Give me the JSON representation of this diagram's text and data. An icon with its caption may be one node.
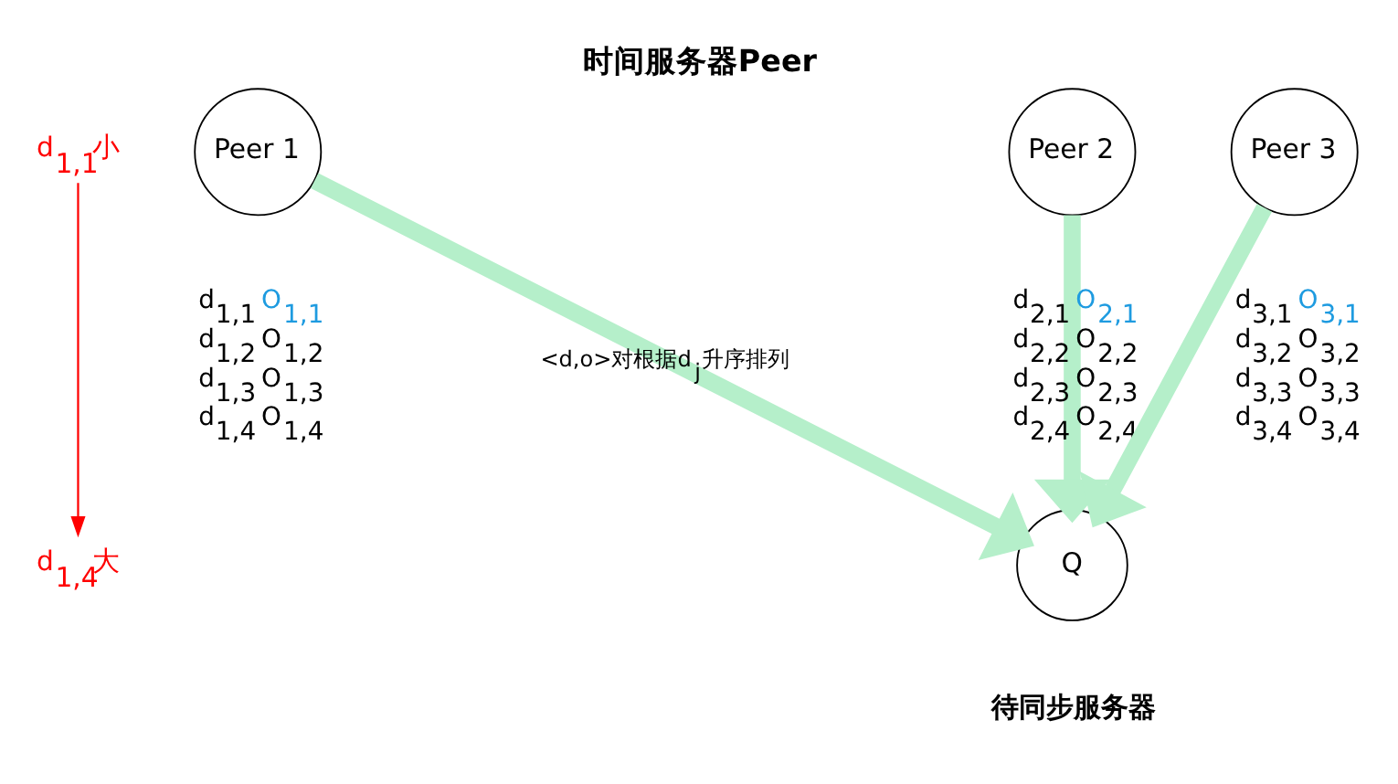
{
  "diagram": {
    "title": "时间服务器Peer",
    "nodes": [
      {
        "text": [
          "Peer 1"
        ]
      },
      {
        "text": [
          "Peer 2"
        ]
      },
      {
        "text": [
          "Peer 3"
        ]
      },
      {
        "text": [
          "Q"
        ],
        "beside": [
          "待同步服务器"
        ]
      },
      {
        "text": [
          "d$_{1,1}$小"
        ]
      },
      {
        "text": [
          "d$_{1,4}$大"
        ]
      }
    ],
    "edges": [
      {
        "from": 0,
        "to": 3,
        "arrow": "to"
      },
      {
        "from": 1,
        "to": 3,
        "arrow": "to"
      },
      {
        "from": 2,
        "to": 3,
        "arrow": "to"
      },
      {
        "from": 4,
        "to": 5,
        "arrow": "to",
        "color": "#ff0000"
      }
    ],
    "labels": [
      "<d,o>对根据d$_{j}$升序排列",
      "d$_{1,1}$",
      "O$_{1,1}$",
      "d$_{1,2}$",
      "O$_{1,2}$",
      "d$_{1,3}$",
      "O$_{1,3}$",
      "d$_{1,4}$",
      "O$_{1,4}$",
      "d$_{2,1}$",
      "O$_{2,1}$",
      "d$_{2,2}$",
      "O$_{2,2}$",
      "d$_{2,3}$",
      "O$_{2,3}$",
      "d$_{2,4}$",
      "O$_{2,4}$",
      "d$_{3,1}$",
      "O$_{3,1}$",
      "d$_{3,2}$",
      "O$_{3,2}$",
      "d$_{3,3}$",
      "O$_{3,3}$",
      "d$_{3,4}$",
      "O$_{3,4}$"
    ]
  }
}
